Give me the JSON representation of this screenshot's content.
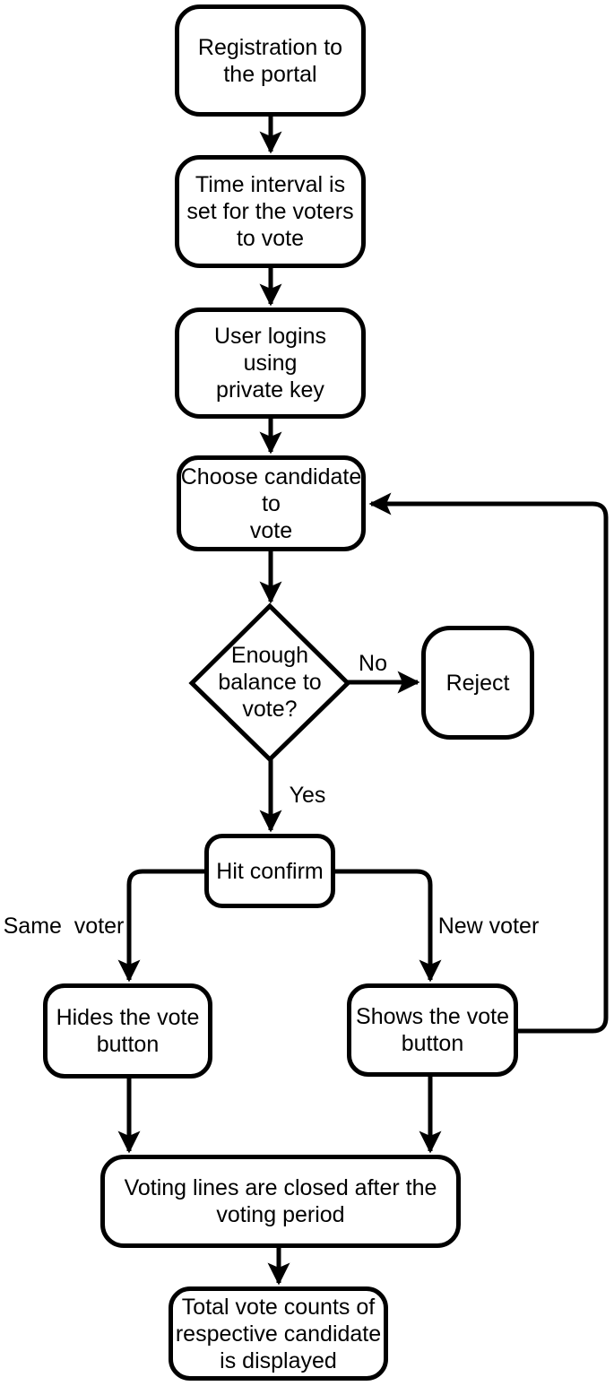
{
  "colors": {
    "background": "#ffffff",
    "line": "#000000",
    "text": "#000000"
  },
  "nodes": {
    "registration": {
      "label": "Registration to\nthe portal"
    },
    "time_interval": {
      "label": "Time interval is\nset for the voters\nto vote"
    },
    "user_login": {
      "label": "User logins\nusing\nprivate key"
    },
    "choose_candidate": {
      "label": "Choose candidate\nto\nvote"
    },
    "enough_balance": {
      "label": "Enough\nbalance to\nvote?"
    },
    "reject": {
      "label": "Reject"
    },
    "hit_confirm": {
      "label": "Hit confirm"
    },
    "hides_vote_button": {
      "label": "Hides the vote\nbutton"
    },
    "shows_vote_button": {
      "label": "Shows the vote\nbutton"
    },
    "voting_closed": {
      "label": "Voting lines are closed after the\nvoting period"
    },
    "total_votes": {
      "label": "Total vote counts of\nrespective candidate\nis displayed"
    }
  },
  "edge_labels": {
    "no": "No",
    "yes": "Yes",
    "same_voter": "Same  voter",
    "new_voter": "New voter"
  }
}
